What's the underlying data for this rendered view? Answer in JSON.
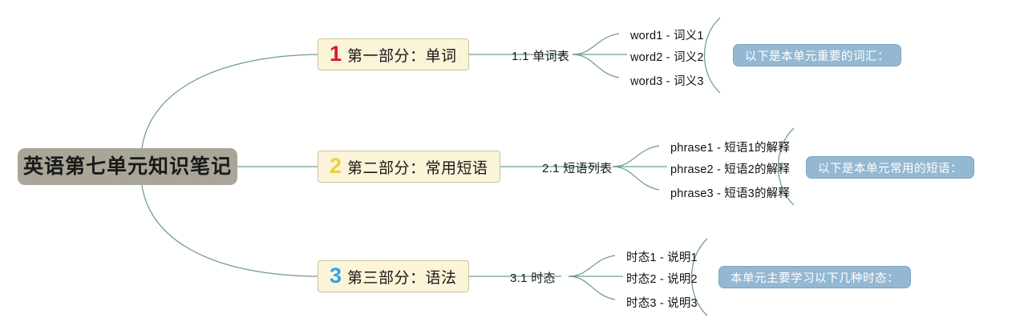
{
  "diagram": {
    "type": "mind-map",
    "root": {
      "label": "英语第七单元知识笔记",
      "fill": "#a9a699"
    },
    "branches": [
      {
        "number": "1",
        "number_color": "#d6172a",
        "label": "第一部分：单词",
        "sub_label": "1.1 单词表",
        "leaves": [
          "word1 - 词义1",
          "word2 - 词义2",
          "word3 - 词义3"
        ],
        "note": "以下是本单元重要的词汇："
      },
      {
        "number": "2",
        "number_color": "#edcf3c",
        "label": "第二部分：常用短语",
        "sub_label": "2.1 短语列表",
        "leaves": [
          "phrase1 - 短语1的解释",
          "phrase2 - 短语2的解释",
          "phrase3 - 短语3的解释"
        ],
        "note": "以下是本单元常用的短语："
      },
      {
        "number": "3",
        "number_color": "#2ba6e8",
        "label": "第三部分：语法",
        "sub_label": "3.1 时态",
        "leaves": [
          "时态1 - 说明1",
          "时态2 - 说明2",
          "时态3 - 说明3"
        ],
        "note": "本单元主要学习以下几种时态："
      }
    ],
    "colors": {
      "connector": "#6e9a93",
      "branch_fill": "#fbf4d8",
      "branch_border": "#c9c49a",
      "note_fill": "#94b8d2",
      "note_text": "#ffffff",
      "background": "#ffffff"
    }
  }
}
